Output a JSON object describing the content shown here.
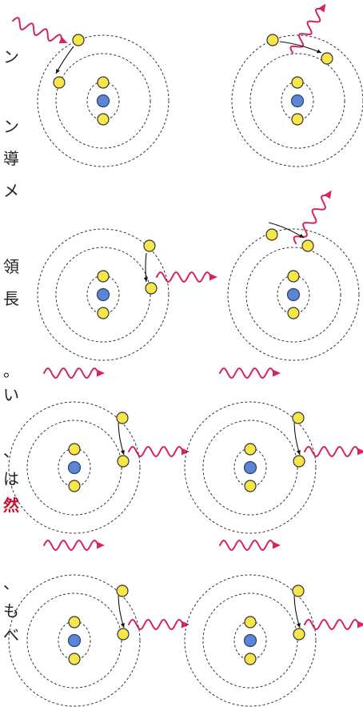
{
  "side_text": {
    "chars": [
      "ン",
      "ン",
      "導",
      "メ",
      "領",
      "長",
      "。",
      "い",
      "、",
      "は",
      "然",
      "、",
      "も",
      "べ"
    ],
    "accent_chars": [
      "然"
    ],
    "color": "#222222",
    "accent_color": "#c8102e"
  },
  "colors": {
    "electron_fill": "#f7e64a",
    "nucleus_fill": "#5b86d6",
    "photon": "#d6245c",
    "orbit": "#333333"
  },
  "panels": [
    {
      "name": "absorption",
      "incoming_photon": true,
      "outgoing_photon": false,
      "stimulating_photon": false
    },
    {
      "name": "excited-emission",
      "incoming_photon": false,
      "outgoing_photon": true,
      "stimulating_photon": false
    },
    {
      "name": "spontaneous-emission",
      "incoming_photon": false,
      "outgoing_photon": true,
      "stimulating_photon": false
    },
    {
      "name": "spontaneous-emission-2",
      "incoming_photon": false,
      "outgoing_photon": true,
      "stimulating_photon": false
    },
    {
      "name": "stimulated-emission-1",
      "incoming_photon": false,
      "outgoing_photon": true,
      "stimulating_photon": true
    },
    {
      "name": "stimulated-emission-2",
      "incoming_photon": false,
      "outgoing_photon": true,
      "stimulating_photon": true
    },
    {
      "name": "stimulated-emission-3",
      "incoming_photon": false,
      "outgoing_photon": true,
      "stimulating_photon": true
    },
    {
      "name": "stimulated-emission-4",
      "incoming_photon": false,
      "outgoing_photon": true,
      "stimulating_photon": true
    }
  ]
}
